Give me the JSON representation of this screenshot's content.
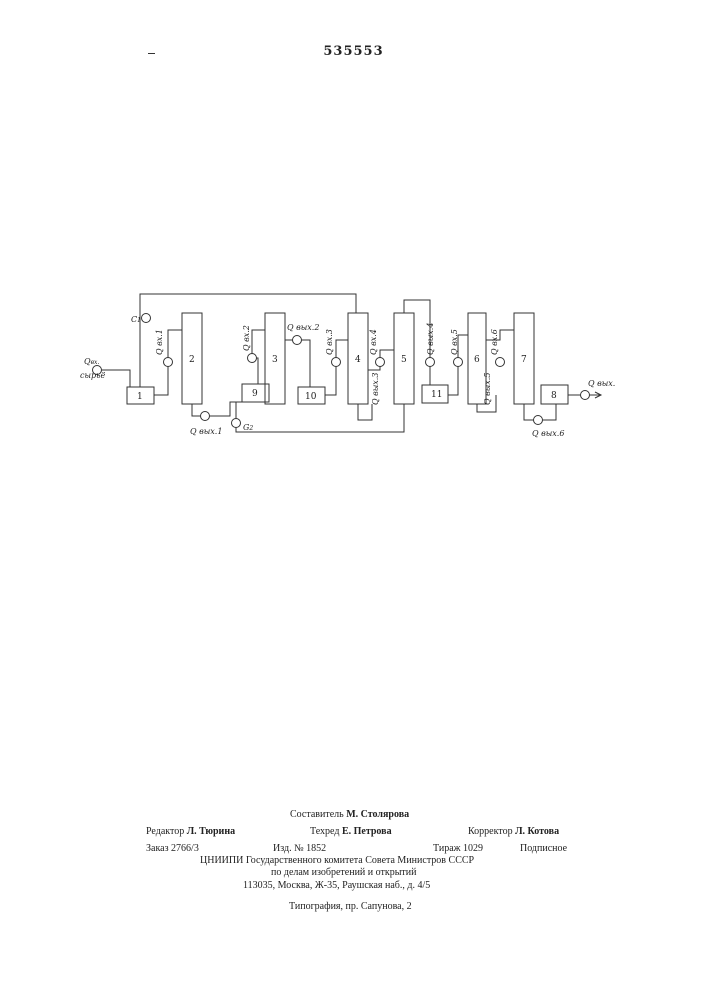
{
  "header": {
    "patent_number": "535553"
  },
  "diagram": {
    "units": [
      "1",
      "2",
      "3",
      "4",
      "5",
      "6",
      "7",
      "8",
      "9",
      "10",
      "11"
    ],
    "labels": {
      "q_in_feed": "Q",
      "q_in_feed_sub": "вх.",
      "feed_word": "сырьё",
      "c1": "C",
      "c1_sub": "1",
      "c2": "G",
      "c2_sub": "2",
      "q_in_1": "Q вх.1",
      "q_out_1": "Q вых.1",
      "q_in_2": "Q вх.2",
      "q_out_2": "Q вых.2",
      "q_in_3": "Q вх.3",
      "q_out_3": "Q вых.3",
      "q_in_4": "Q вх.4",
      "q_out_4": "Q вых.4",
      "q_in_5": "Q вх.5",
      "q_out_5": "Q вых.5",
      "q_in_6": "Q вх.6",
      "q_out_6": "Q вых.6",
      "q_out_final": "Q вых."
    }
  },
  "imprint": {
    "compiler_label": "Составитель",
    "compiler_name": "М. Столярова",
    "editor_label": "Редактор",
    "editor_name": "Л. Тюрина",
    "techred_label": "Техред",
    "techred_name": "Е. Петрова",
    "corrector_label": "Корректор",
    "corrector_name": "Л. Котова",
    "order": "Заказ 2766/3",
    "edition": "Изд. № 1852",
    "print_run": "Тираж 1029",
    "subscription": "Подписное",
    "org_line1": "ЦНИИПИ Государственного комитета Совета Министров СССР",
    "org_line2": "по делам изобретений и открытий",
    "address": "113035, Москва, Ж-35, Раушская наб., д. 4/5",
    "printer": "Типография, пр. Сапунова, 2"
  }
}
